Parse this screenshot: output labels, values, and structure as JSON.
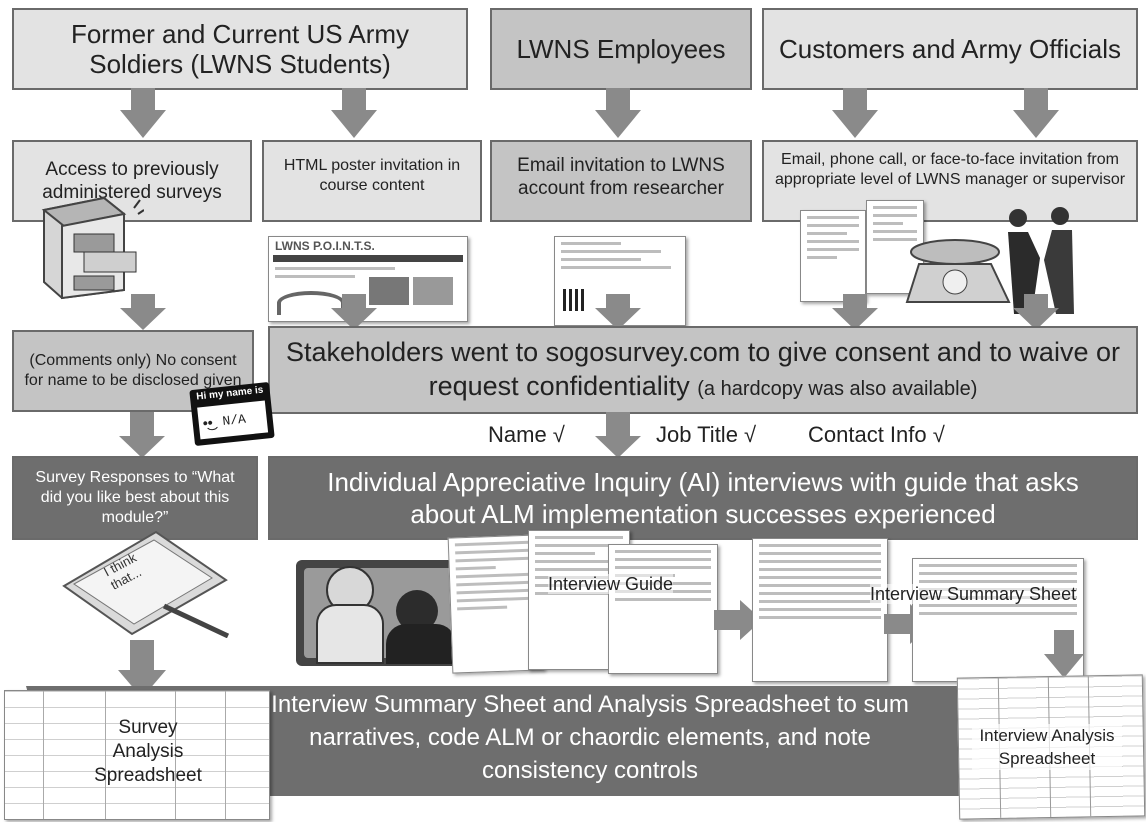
{
  "top": {
    "soldiers": "Former and Current US Army Soldiers (LWNS Students)",
    "employees": "LWNS Employees",
    "customers": "Customers and Army Officials"
  },
  "access": {
    "surveys": "Access to previously administered surveys",
    "poster": "HTML poster invitation in course content",
    "email": "Email invitation to LWNS account from researcher",
    "phone": "Email, phone call, or face-to-face invitation from appropriate level of LWNS manager or supervisor"
  },
  "consent": {
    "comments": "(Comments only) No consent for name to be disclosed given",
    "main": "Stakeholders went to sogosurvey.com to give consent and to waive or request confidentiality",
    "hardcopy": "(a hardcopy was also available)",
    "fields": [
      "Name √",
      "Job Title √",
      "Contact Info √"
    ],
    "badge_hello": "Hi my name is",
    "badge_value": "N/A"
  },
  "interview": {
    "survey_responses": "Survey Responses to “What did you like best about this module?”",
    "ai_text": "Individual Appreciative Inquiry (AI) interviews with guide that asks about ALM implementation successes experienced",
    "guide_label": "Interview Guide",
    "summary_label": "Interview Summary Sheet",
    "clipboard_text": "I think that..."
  },
  "bottom": {
    "main": "Interview Summary Sheet and Analysis Spreadsheet to sum narratives, code ALM or chaordic elements, and note consistency controls",
    "survey_sheet": "Survey Analysis Spreadsheet",
    "interview_sheet": "Interview Analysis Spreadsheet"
  },
  "poster_brand": "LWNS P.O.I.N.T.S.",
  "colors": {
    "arrow": "#8a8a8a",
    "dark": "#6e6e6e",
    "mid": "#c4c4c4",
    "light": "#e3e3e3"
  }
}
